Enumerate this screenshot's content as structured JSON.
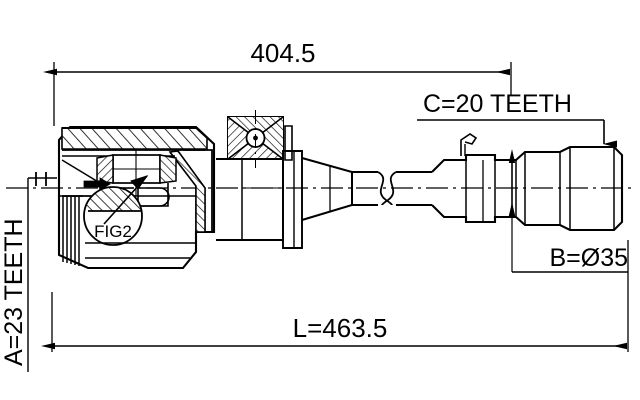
{
  "drawing": {
    "type": "technical-engineering-drawing",
    "subject": "CV joint drive shaft assembly",
    "line_color": "#000000",
    "background_color": "#ffffff"
  },
  "dimensions": {
    "overall_length": {
      "label": "L=463.5",
      "value": 463.5,
      "placement": "bottom",
      "arrow_style": "double"
    },
    "shaft_length": {
      "label": "404.5",
      "value": 404.5,
      "placement": "top",
      "arrow_style": "double"
    },
    "outer_diameter": {
      "label": "B=Ø35",
      "value": 35,
      "placement": "right",
      "arrow_style": "double-vertical"
    }
  },
  "annotations": {
    "inner_spline": {
      "label": "A=23 TEETH",
      "teeth": 23,
      "placement": "left",
      "rotation": -90
    },
    "outer_spline": {
      "label": "C=20 TEETH",
      "teeth": 20,
      "placement": "top-right",
      "leader": "down-arrow"
    },
    "detail_callout": {
      "label": "FIG2",
      "placement": "joint-housing",
      "shape": "circle"
    }
  }
}
